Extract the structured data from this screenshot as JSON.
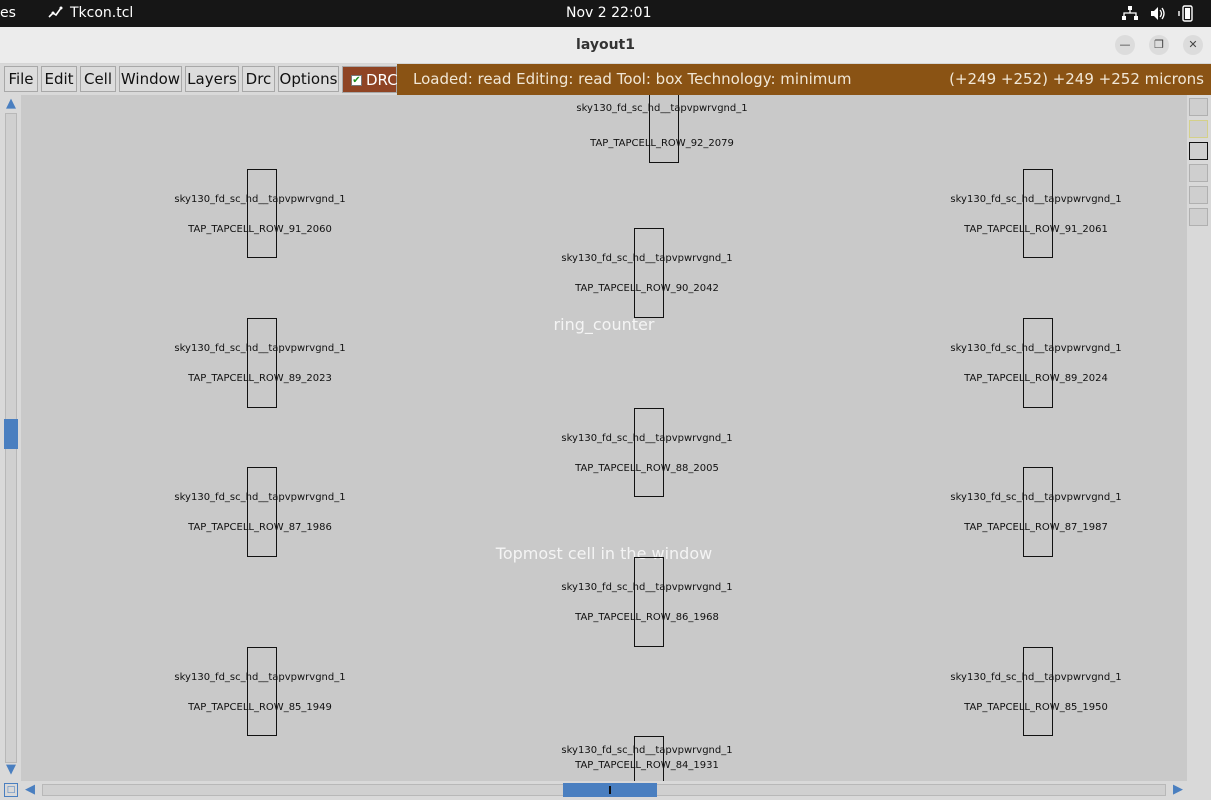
{
  "topbar": {
    "activities": "es",
    "app_name": "Tkcon.tcl",
    "clock": "Nov 2  22:01",
    "tray": [
      "network-icon",
      "volume-icon",
      "battery-icon"
    ]
  },
  "window": {
    "title": "layout1"
  },
  "menu": {
    "file": "File",
    "edit": "Edit",
    "cell": "Cell",
    "window": "Window",
    "layers": "Layers",
    "drc": "Drc",
    "options": "Options",
    "drc_toggle": "DRC",
    "drc_checked": true
  },
  "status": {
    "left": "Loaded: read Editing: read Tool: box  Technology: minimum",
    "coords": "(+249 +252) +249 +252 microns"
  },
  "canvas": {
    "top_cell_name": "ring_counter",
    "hint": "Topmost cell in the window",
    "cell_type": "sky130_fd_sc_hd__tapvpwrvgnd_1",
    "instances": [
      "TAP_TAPCELL_ROW_92_2079",
      "TAP_TAPCELL_ROW_91_2060",
      "TAP_TAPCELL_ROW_91_2061",
      "TAP_TAPCELL_ROW_90_2042",
      "TAP_TAPCELL_ROW_89_2023",
      "TAP_TAPCELL_ROW_89_2024",
      "TAP_TAPCELL_ROW_88_2005",
      "TAP_TAPCELL_ROW_87_1986",
      "TAP_TAPCELL_ROW_87_1987",
      "TAP_TAPCELL_ROW_86_1968",
      "TAP_TAPCELL_ROW_85_1949",
      "TAP_TAPCELL_ROW_85_1950",
      "TAP_TAPCELL_ROW_84_1931"
    ]
  },
  "colors": {
    "status_bg": "#8a5314",
    "drc_bg": "#8f4424",
    "scroll_accent": "#4a7fc0",
    "canvas_bg": "#c9c9c9"
  }
}
